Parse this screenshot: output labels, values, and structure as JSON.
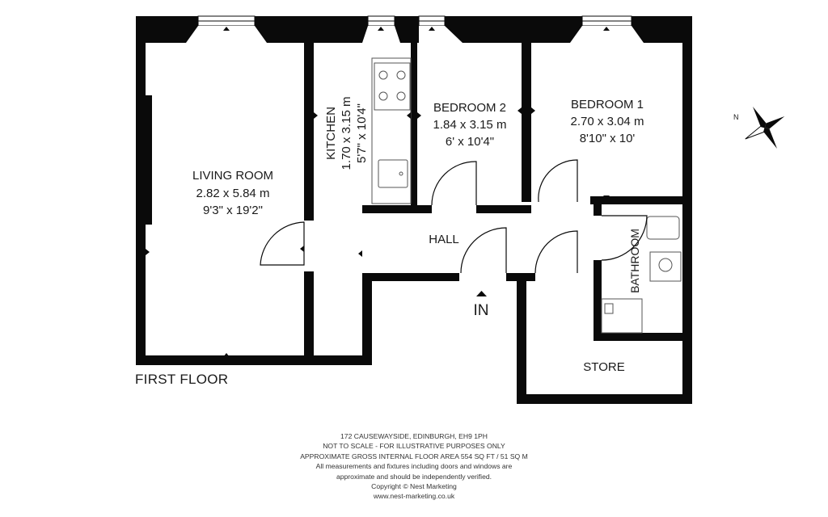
{
  "rooms": {
    "living": {
      "name": "LIVING ROOM",
      "metric": "2.82 x 5.84 m",
      "imperial": "9'3\" x 19'2\""
    },
    "kitchen": {
      "name": "KITCHEN",
      "metric": "1.70 x 3.15 m",
      "imperial": "5'7\" x 10'4\""
    },
    "bedroom2": {
      "name": "BEDROOM 2",
      "metric": "1.84 x 3.15 m",
      "imperial": "6' x 10'4\""
    },
    "bedroom1": {
      "name": "BEDROOM 1",
      "metric": "2.70 x 3.04 m",
      "imperial": "8'10\" x 10'"
    },
    "hall": {
      "name": "HALL"
    },
    "bathroom": {
      "name": "BATHROOM"
    },
    "store": {
      "name": "STORE"
    }
  },
  "entrance_label": "IN",
  "compass_label": "N",
  "floor_label": "FIRST FLOOR",
  "footer": {
    "address": "172 CAUSEWAYSIDE, EDINBURGH, EH9 1PH",
    "scale_note": "NOT TO SCALE - FOR ILLUSTRATIVE PURPOSES ONLY",
    "area": "APPROXIMATE GROSS INTERNAL FLOOR AREA 554 SQ FT / 51 SQ M",
    "disclaimer_1": "All measurements and fixtures including doors and windows are",
    "disclaimer_2": "approximate and should be independently verified.",
    "copyright": "Copyright © Nest Marketing",
    "website": "www.nest-marketing.co.uk"
  },
  "colors": {
    "wall": "#0a0a0a",
    "fixture": "#555555",
    "background": "#ffffff"
  }
}
